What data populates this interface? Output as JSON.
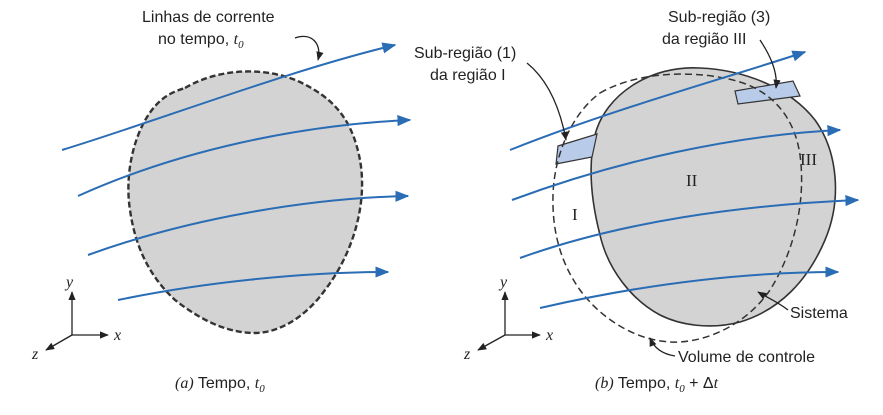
{
  "panel_a": {
    "streamlines_label_line1": "Linhas de corrente",
    "streamlines_label_line2": "no tempo,",
    "streamlines_label_var": "t",
    "streamlines_label_sub": "0",
    "caption_letter": "(a)",
    "caption_text": "Tempo,",
    "caption_var": "t",
    "caption_sub": "0",
    "axis_x": "x",
    "axis_y": "y",
    "axis_z": "z"
  },
  "panel_b": {
    "subregion1_line1": "Sub-região (1)",
    "subregion1_line2": "da região I",
    "subregion3_line1": "Sub-região (3)",
    "subregion3_line2": "da região III",
    "region_I": "I",
    "region_II": "II",
    "region_III": "III",
    "system_label": "Sistema",
    "control_volume_label": "Volume de controle",
    "caption_letter": "(b)",
    "caption_text": "Tempo,",
    "caption_var": "t",
    "caption_sub": "0",
    "caption_plus": " + Δ",
    "caption_var2": "t",
    "axis_x": "x",
    "axis_y": "y",
    "axis_z": "z"
  },
  "colors": {
    "streamline": "#2a6db5",
    "body_fill": "#d3d3d3",
    "subregion_fill": "#b8cbe8",
    "outline": "#333333"
  }
}
